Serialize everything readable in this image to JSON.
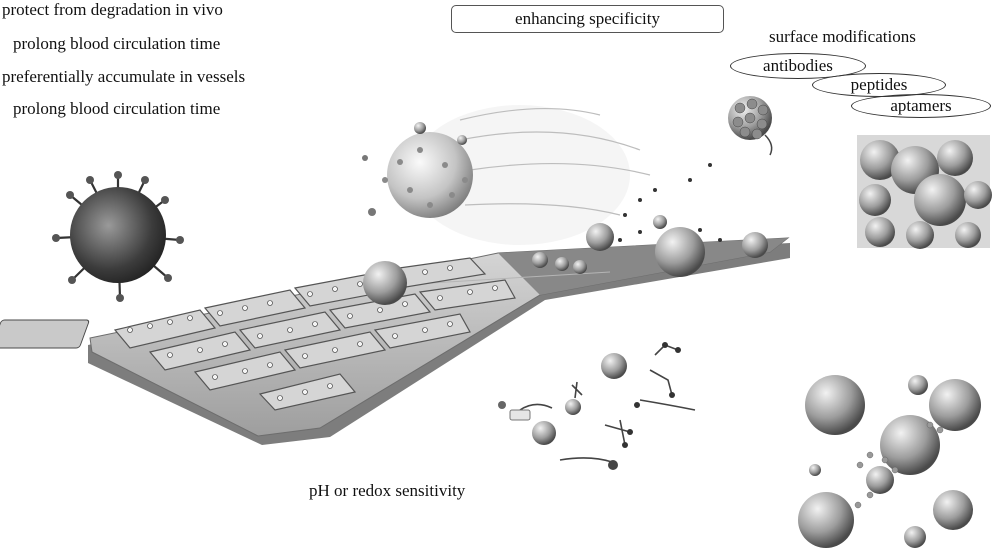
{
  "left_labels": {
    "l1": "protect from degradation in vivo",
    "l2": "prolong blood circulation time",
    "l3": "preferentially accumulate in vessels",
    "l4": "prolong blood circulation time"
  },
  "top_box": "enhancing specificity",
  "surface": {
    "title": "surface modifications",
    "antibodies": "antibodies",
    "peptides": "peptides",
    "aptamers": "aptamers"
  },
  "bottom_label": "pH or redox sensitivity"
}
